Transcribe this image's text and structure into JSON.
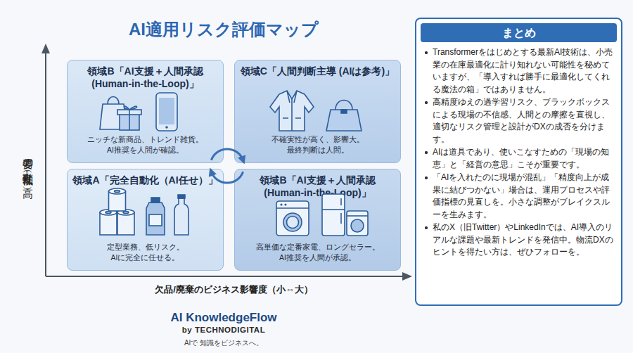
{
  "diagram": {
    "title": "AI適用リスク評価マップ",
    "nodes": [
      {
        "text": [
          "領域B「AI支援＋人間承認 (Human-in-the-Loop)」",
          "ニッチな新商品、トレンド雑貨。 AI推奨を人間が確認。"
        ]
      },
      {
        "text": [
          "領域C「人間判断主導 (AIは参考)」",
          "不確実性が高く、影響大。 最終判断は人間。"
        ]
      },
      {
        "text": [
          "領域A「完全自動化（AI任せ）」",
          "定型業務、低リスク。 AIに完全に任せる。"
        ]
      },
      {
        "text": [
          "領域B「AI支援＋人間承認 (Human-in-the-Loop)」",
          "高単価な定番家電、ロングセラー。 AI推奨を人間が承認。"
        ]
      },
      {
        "text": [
          "まとめ",
          "Transformerをはじめとする最新AI技術は、小売業の在庫最適化に計り知れない可能性を秘めていますが、「導入すれば勝手に最適化してくれる魔法の箱」ではありません。",
          "高精度ゆえの過学習リスク、ブラックボックスによる現場の不信感、人間との摩擦を直視し、適切なリスク管理と設計がDXの成否を分けます。",
          "AIは道具であり、使いこなすための「現場の知恵」と「経営の意思」こそが重要です。",
          "「AIを入れたのに現場が混乱」「精度向上が成果に結びつかない」場合は、運用プロセスや評価指標の見直しを。小さな調整がブレイクスルーを生みます。",
          "私のX（旧Twitter）やLinkedInでは、AI導入のリアルな課題や最新トレンドを発信中。物流DXのヒントを得たい方は、ぜひフォローを。"
        ]
      }
    ],
    "labels": [
      "需要の変動性（低⇔高）",
      "欠品/廃棄のビジネス影響度（小⇔大）",
      "AI KnowledgeFlow",
      "by TECHNODIGITAL",
      "AIで 知識をビジネスへ。"
    ]
  }
}
